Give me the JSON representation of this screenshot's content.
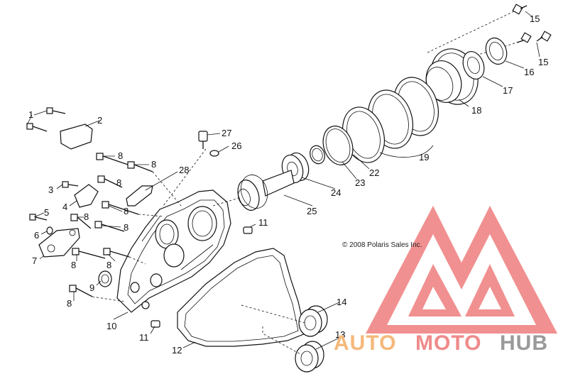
{
  "copyright": "© 2008 Polaris Sales Inc.",
  "callouts": [
    "1",
    "2",
    "3",
    "4",
    "5",
    "6",
    "7",
    "8",
    "8",
    "8",
    "8",
    "8",
    "8",
    "8",
    "8",
    "8",
    "9",
    "10",
    "11",
    "11",
    "12",
    "13",
    "14",
    "15",
    "15",
    "16",
    "17",
    "18",
    "19",
    "22",
    "23",
    "24",
    "25",
    "26",
    "27",
    "28"
  ],
  "watermark": {
    "part1": "AUTO",
    "part2": "MOTO",
    "part3": "HUB",
    "color1": "#f5b87a",
    "color2": "#ef8a8a",
    "color3": "#9a9a9a",
    "logo_color": "#ef7d7d"
  }
}
